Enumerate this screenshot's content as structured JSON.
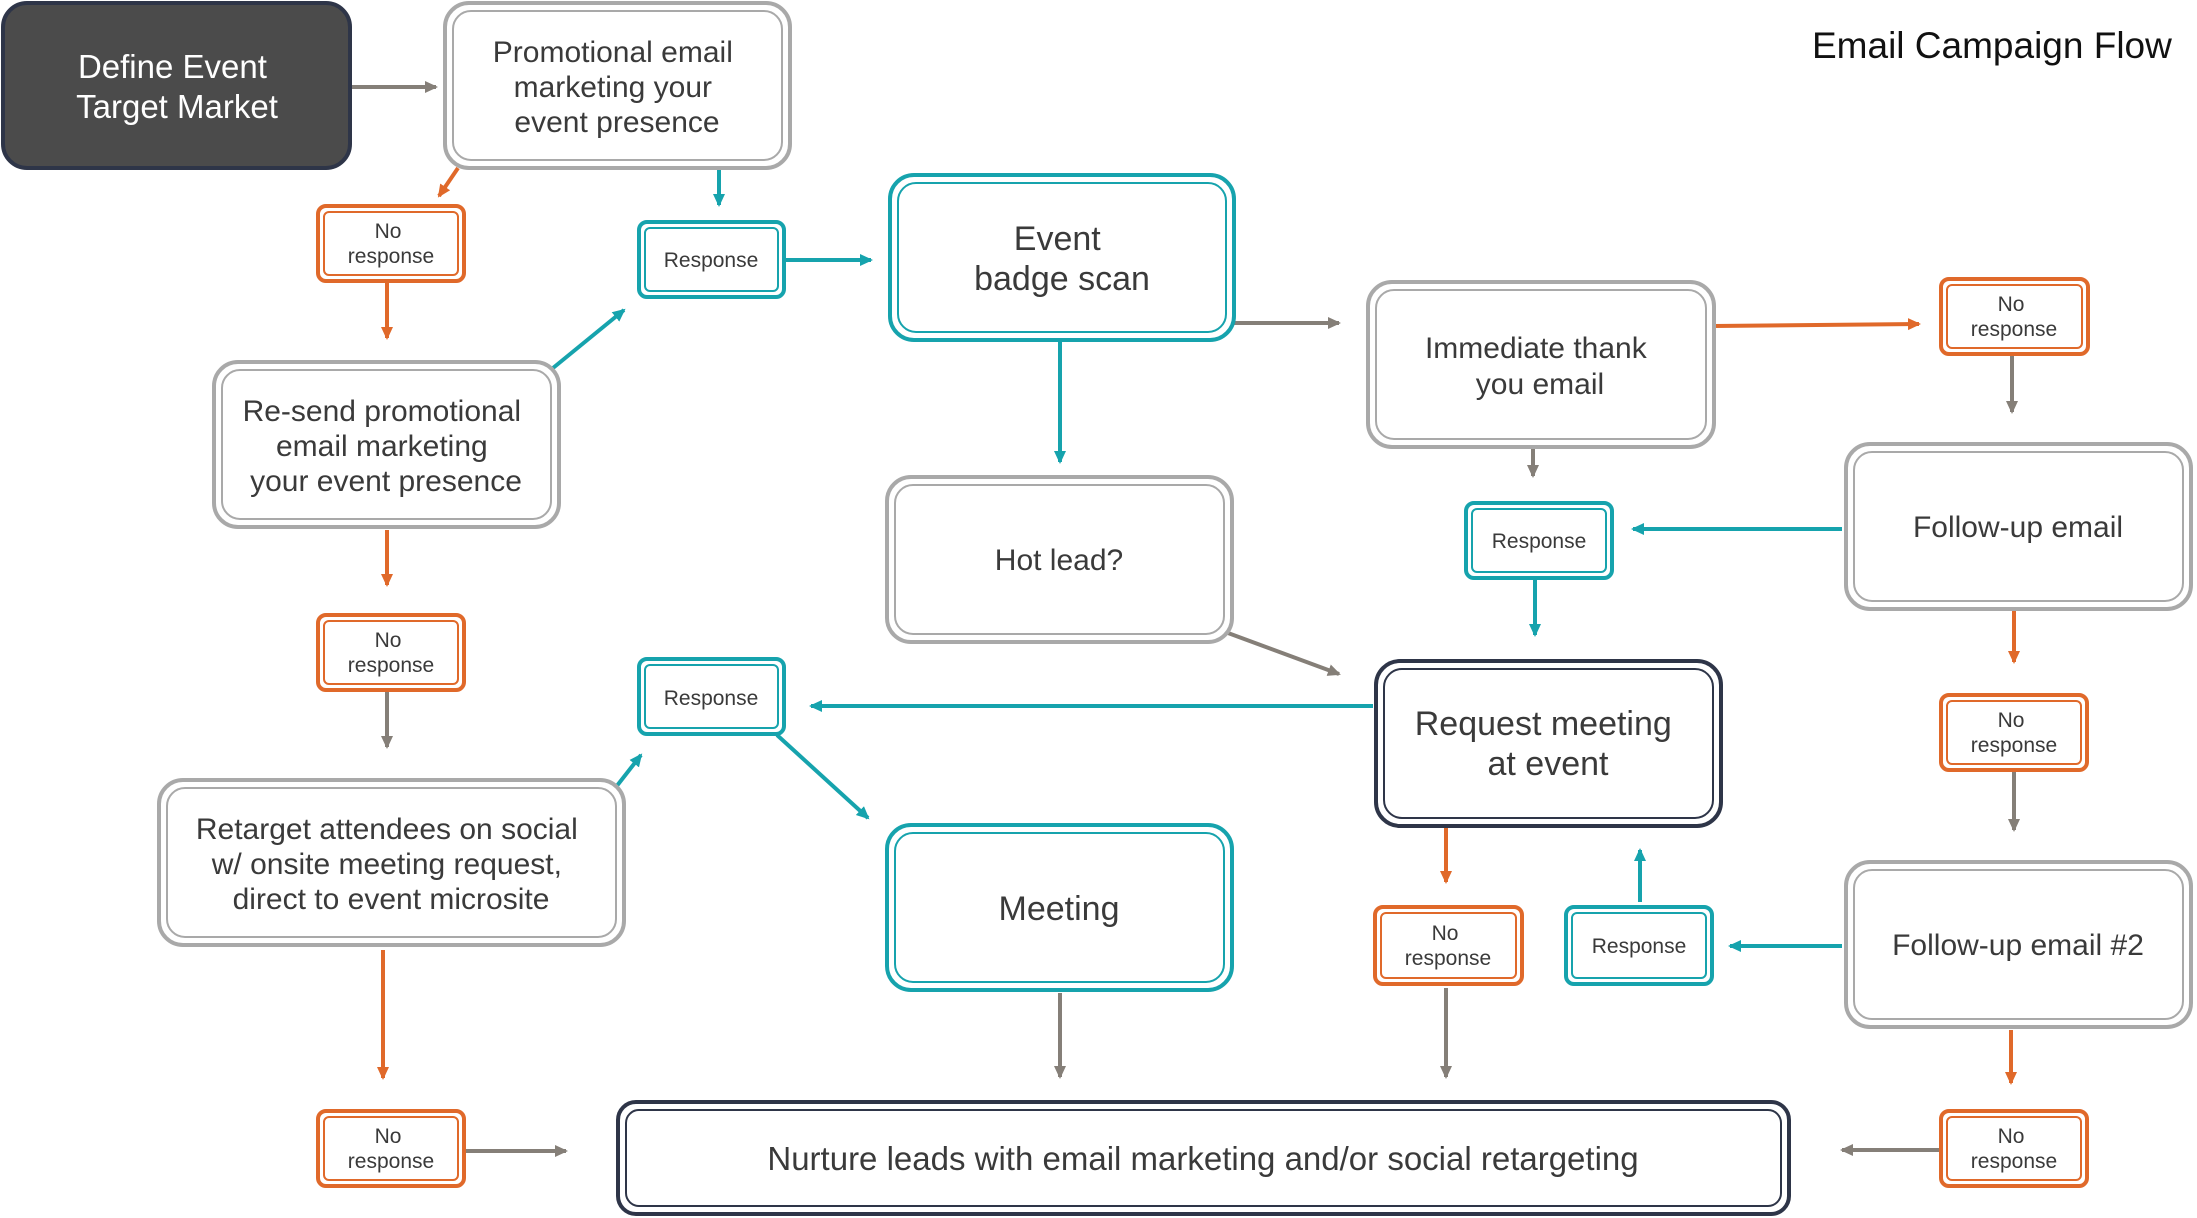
{
  "title": "Email Campaign Flow",
  "colors": {
    "dark_fill": "#4b4b4b",
    "gray": "#a9a9a9",
    "teal": "#16a3ad",
    "orange": "#e0692a",
    "navy": "#2e3548",
    "arrow_gray": "#857f78"
  },
  "nodes": {
    "define_target": [
      "Define Event",
      "Target Market"
    ],
    "promo_email": [
      "Promotional email",
      "marketing your",
      "event presence"
    ],
    "no_response_1": [
      "No",
      "response"
    ],
    "response_1": [
      "Response"
    ],
    "badge_scan": [
      "Event",
      "badge scan"
    ],
    "thank_you": [
      "Immediate thank",
      "you email"
    ],
    "no_response_right_top": [
      "No",
      "response"
    ],
    "resend_promo": [
      "Re-send promotional",
      "email marketing",
      "your event presence"
    ],
    "hot_lead": [
      "Hot lead?"
    ],
    "response_thank": [
      "Response"
    ],
    "follow_up": [
      "Follow-up email"
    ],
    "no_response_2": [
      "No",
      "response"
    ],
    "response_2": [
      "Response"
    ],
    "request_meeting": [
      "Request meeting",
      "at event"
    ],
    "no_response_right_mid": [
      "No",
      "response"
    ],
    "retarget": [
      "Retarget attendees on social",
      "w/ onsite meeting request,",
      "direct to event microsite"
    ],
    "meeting": [
      "Meeting"
    ],
    "no_response_meeting": [
      "No",
      "response"
    ],
    "response_followup2": [
      "Response"
    ],
    "follow_up_2": [
      "Follow-up email #2"
    ],
    "no_response_3": [
      "No",
      "response"
    ],
    "nurture": [
      "Nurture leads with email marketing and/or social retargeting"
    ],
    "no_response_right_bottom": [
      "No",
      "response"
    ]
  }
}
